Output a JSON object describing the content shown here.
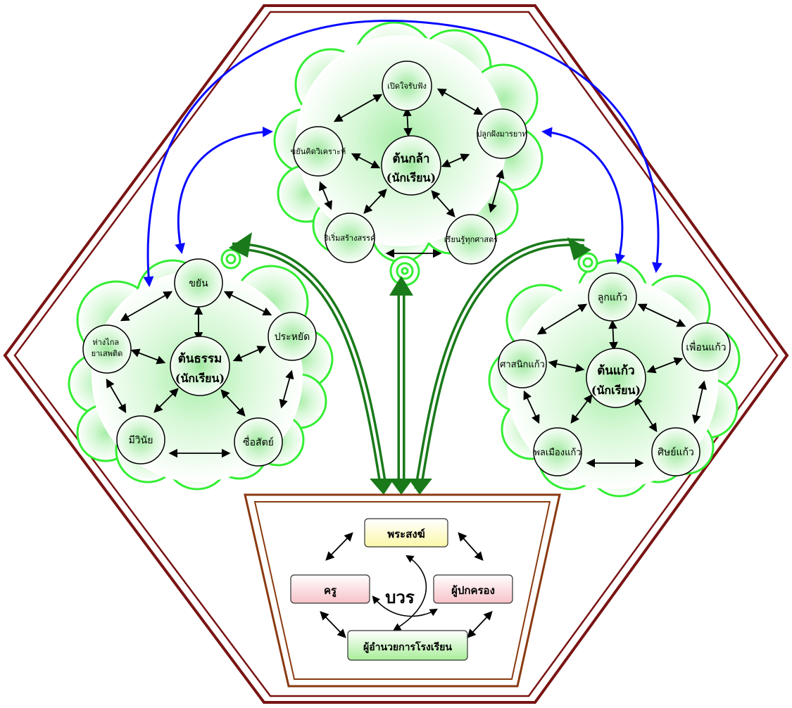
{
  "colors": {
    "hexagon": "#7a1414",
    "cloud_stroke": "#33ee33",
    "arrow_blue": "#0a0aff",
    "arrow_green": "#1a7a1a",
    "pot": "#8a3a10"
  },
  "clusters": {
    "top": {
      "center_label": [
        "ต้นกล้า",
        "(นักเรียน)"
      ],
      "nodes": [
        "เปิดใจรับฟัง",
        "ปลูกฝังมารยาท",
        "เรียนรู้ทุกศาสตร์",
        "ริเริ่มสร้างสรรค์",
        "ขยันคิดวิเคราะห์"
      ]
    },
    "left": {
      "center_label": [
        "ต้นธรรม",
        "(นักเรียน)"
      ],
      "nodes": [
        "ขยัน",
        "ประหยัด",
        "ซื่อสัตย์",
        "มีวินัย",
        "ห่างไกล ยาเสพติด"
      ]
    },
    "right": {
      "center_label": [
        "ต้นแก้ว",
        "(นักเรียน)"
      ],
      "nodes": [
        "ลูกแก้ว",
        "เพื่อนแก้ว",
        "ศิษย์แก้ว",
        "พลเมืองแก้ว",
        "ศาสนิกแก้ว"
      ]
    }
  },
  "pot": {
    "center_label": "บวร",
    "boxes": {
      "top": "พระสงฆ์",
      "left": "ครู",
      "right": "ผู้ปกครอง",
      "bottom": "ผู้อำนวยการโรงเรียน"
    }
  }
}
